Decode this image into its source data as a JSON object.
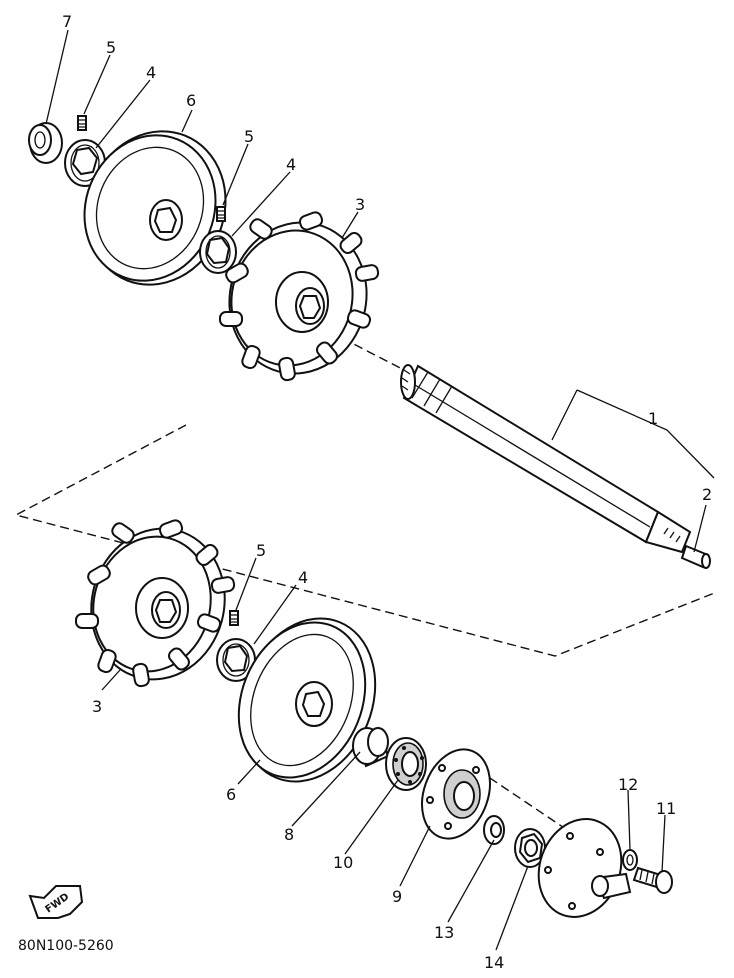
{
  "callouts": {
    "n1": "1",
    "n2": "2",
    "n3a": "3",
    "n3b": "3",
    "n4a": "4",
    "n4b": "4",
    "n4c": "4",
    "n5a": "5",
    "n5b": "5",
    "n5c": "5",
    "n6a": "6",
    "n6b": "6",
    "n7": "7",
    "n8": "8",
    "n9": "9",
    "n10": "10",
    "n11": "11",
    "n12": "12",
    "n13": "13",
    "n14": "14"
  },
  "fwd_label": "FWD",
  "drawing_code": "80N100-5260"
}
